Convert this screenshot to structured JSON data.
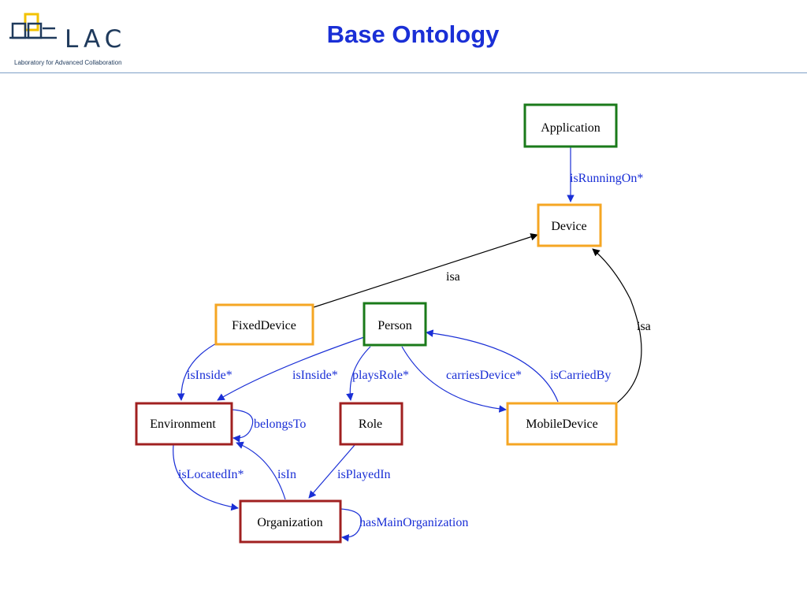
{
  "header": {
    "logo_text": "LAC",
    "logo_subtitle": "Laboratory for Advanced Collaboration",
    "title": "Base Ontology"
  },
  "colors": {
    "title": "#1a2fd6",
    "edge_blue": "#1a2fd6",
    "border_green": "#1a7a1a",
    "border_orange": "#f5a623",
    "border_red": "#a02020"
  },
  "nodes": {
    "application": "Application",
    "device": "Device",
    "fixed_device": "FixedDevice",
    "person": "Person",
    "environment": "Environment",
    "role": "Role",
    "mobile_device": "MobileDevice",
    "organization": "Organization"
  },
  "edges": {
    "is_running_on": "isRunningOn*",
    "isa_fixed": "isa",
    "isa_mobile": "isa",
    "is_inside_fixed": "isInside*",
    "is_inside_person": "isInside*",
    "plays_role": "playsRole*",
    "carries_device": "carriesDevice*",
    "is_carried_by": "isCarriedBy",
    "belongs_to": "belongsTo",
    "is_located_in": "isLocatedIn*",
    "is_in": "isIn",
    "is_played_in": "isPlayedIn",
    "has_main_organization": "hasMainOrganization"
  }
}
